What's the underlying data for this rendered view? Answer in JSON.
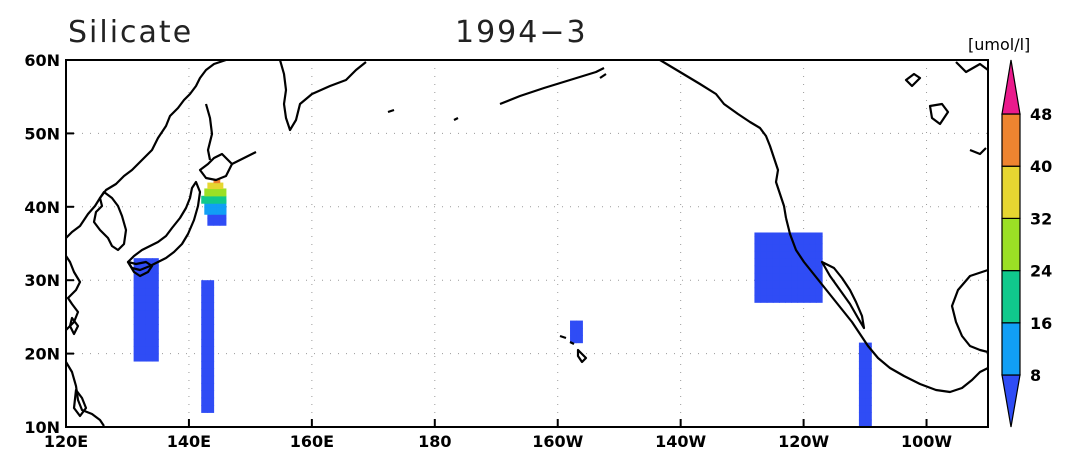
{
  "title": "Silicate",
  "date": "1994−3",
  "unit": "[umol/l]",
  "map": {
    "lon_min": 120,
    "lon_max": 270,
    "lat_min": 10,
    "lat_max": 60,
    "lon_ticks": [
      "120E",
      "140E",
      "160E",
      "180",
      "160W",
      "140W",
      "120W",
      "100W"
    ],
    "lon_tick_values": [
      120,
      140,
      160,
      180,
      200,
      220,
      240,
      260
    ],
    "lat_ticks": [
      "10N",
      "20N",
      "30N",
      "40N",
      "50N",
      "60N"
    ],
    "lat_tick_values": [
      10,
      20,
      30,
      40,
      50,
      60
    ]
  },
  "colorbar": {
    "labels": [
      "8",
      "16",
      "24",
      "32",
      "40",
      "48"
    ],
    "colors": [
      "#2f4cf5",
      "#119ff5",
      "#10c98c",
      "#9be025",
      "#e6d631",
      "#ee8430",
      "#ea1a8c"
    ]
  },
  "data_regions": [
    {
      "name": "japan-south-a",
      "value": 5,
      "lon": [
        131,
        135
      ],
      "lat": [
        19,
        33
      ]
    },
    {
      "name": "japan-south-b",
      "value": 5,
      "lon": [
        142,
        144
      ],
      "lat": [
        12,
        30
      ]
    },
    {
      "name": "japan-east",
      "value": 5,
      "lon": [
        143,
        146
      ],
      "lat": [
        37.5,
        40
      ]
    },
    {
      "name": "japan-east",
      "value": 12,
      "lon": [
        142.5,
        146
      ],
      "lat": [
        39,
        41
      ]
    },
    {
      "name": "japan-east",
      "value": 20,
      "lon": [
        142,
        146
      ],
      "lat": [
        40.5,
        41.5
      ]
    },
    {
      "name": "japan-east",
      "value": 28,
      "lon": [
        142.5,
        146
      ],
      "lat": [
        41.5,
        42.5
      ]
    },
    {
      "name": "japan-east",
      "value": 36,
      "lon": [
        143,
        145.5
      ],
      "lat": [
        42.5,
        43.3
      ]
    },
    {
      "name": "japan-east",
      "value": 44,
      "lon": [
        144,
        145
      ],
      "lat": [
        43.3,
        43.8
      ]
    },
    {
      "name": "hawaii",
      "value": 5,
      "lon": [
        202,
        204
      ],
      "lat": [
        21.5,
        24.5
      ]
    },
    {
      "name": "california",
      "value": 5,
      "lon": [
        232,
        243
      ],
      "lat": [
        27,
        36.5
      ]
    },
    {
      "name": "mexico",
      "value": 5,
      "lon": [
        249,
        251
      ],
      "lat": [
        10,
        21.5
      ]
    }
  ]
}
